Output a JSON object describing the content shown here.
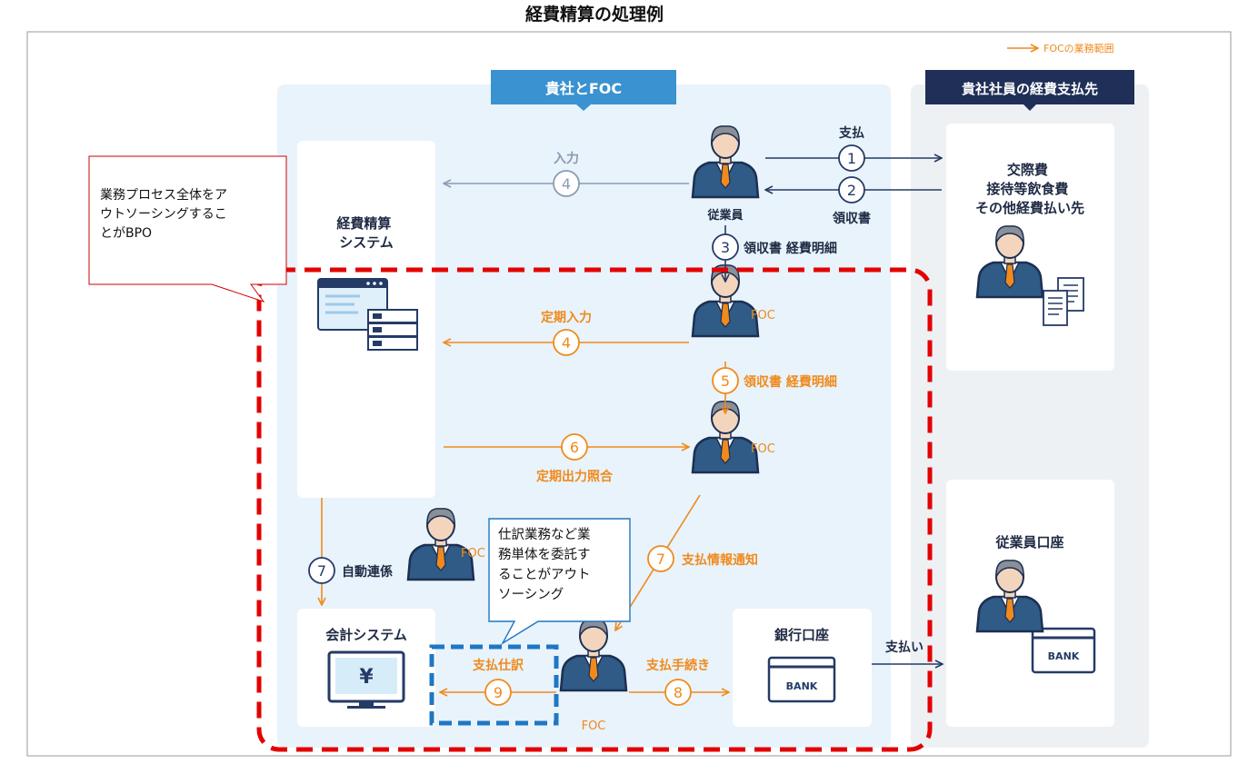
{
  "title": "経費精算の処理例",
  "legend": {
    "label": "FOCの業務範囲",
    "color": "#f08a1c"
  },
  "colors": {
    "navy": "#243b66",
    "orange": "#f08a1c",
    "gray": "#8a9bb3",
    "steel": "#2e86c1",
    "red": "#e30000",
    "blue_dashed": "#1f77c3",
    "panel": "#e8f3fb",
    "panel_right": "#eef1f4"
  },
  "panels": {
    "company": {
      "header": "貴社とFOC"
    },
    "payee": {
      "header": "貴社社員の経費支払先"
    }
  },
  "boxes": {
    "expense_system": "経費精算\nシステム",
    "accounting_system": "会計システム",
    "bank_account": "銀行口座",
    "entertainment": "交際費\n接待等飲食費\nその他経費払い先",
    "employee_account": "従業員口座"
  },
  "people": {
    "employee": "従業員",
    "foc1": "FOC",
    "foc2": "FOC",
    "foc3": "FOC",
    "foc4": "FOC"
  },
  "badges": {
    "bank": "BANK",
    "yen": "¥"
  },
  "steps": {
    "s1": {
      "num": "1",
      "label": "支払"
    },
    "s2": {
      "num": "2",
      "label": "領収書"
    },
    "s3": {
      "num": "3",
      "label": "領収書 経費明細"
    },
    "s4a": {
      "num": "4",
      "label": "入力"
    },
    "s4b": {
      "num": "4",
      "label": "定期入力"
    },
    "s5": {
      "num": "5",
      "label": "領収書 経費明細"
    },
    "s6": {
      "num": "6",
      "label": "定期出力照合"
    },
    "s7a": {
      "num": "7",
      "label": "自動連係"
    },
    "s7b": {
      "num": "7",
      "label": "支払情報通知"
    },
    "s8": {
      "num": "8",
      "label": "支払手続き"
    },
    "s9": {
      "num": "9",
      "label": "支払仕訳"
    },
    "pay_out": {
      "label": "支払い"
    }
  },
  "callouts": {
    "bpo": "業務プロセス全体をア\nウトソーシングするこ\nとがBPO",
    "outsourcing": "仕訳業務など業\n務単体を委託す\nることがアウト\nソーシング"
  }
}
